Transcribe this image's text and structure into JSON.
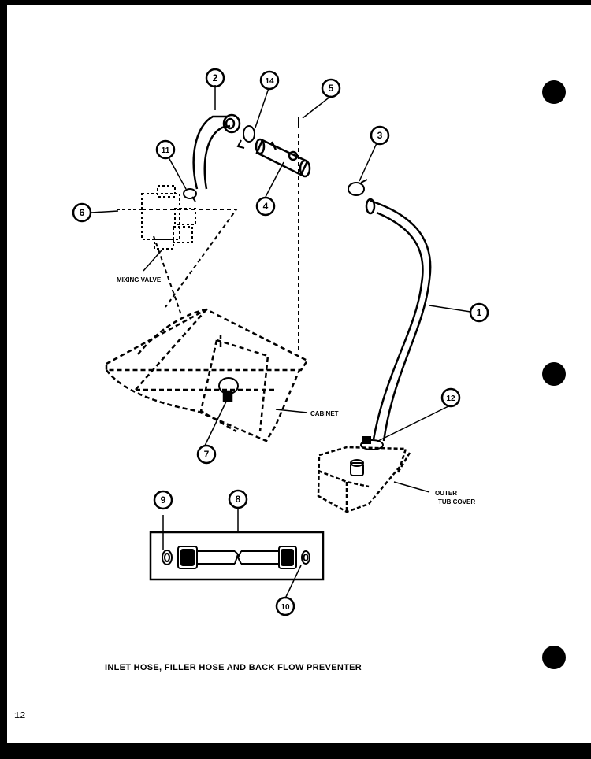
{
  "diagram": {
    "caption": "INLET HOSE, FILLER HOSE AND BACK FLOW PREVENTER",
    "page_number": "12",
    "labels": {
      "mixing_valve": "MIXING VALVE",
      "cabinet": "CABINET",
      "outer_tub_cover_1": "OUTER",
      "outer_tub_cover_2": "TUB COVER"
    },
    "callouts": [
      "1",
      "2",
      "3",
      "4",
      "5",
      "6",
      "7",
      "8",
      "9",
      "10",
      "11",
      "12",
      "14"
    ]
  }
}
